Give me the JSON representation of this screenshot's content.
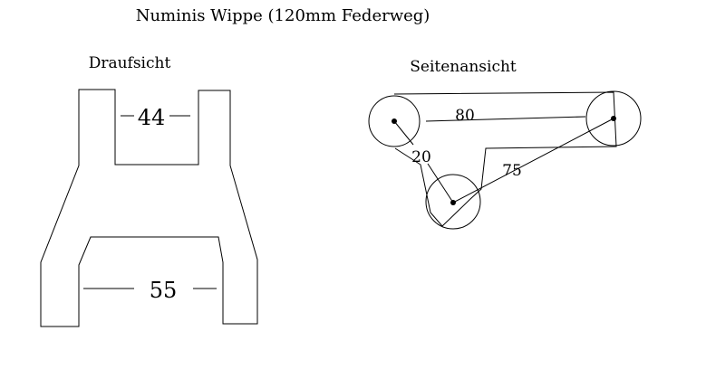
{
  "title": "Numinis Wippe (120mm Federweg)",
  "top_view": {
    "label": "Draufsicht",
    "dim_top": "44",
    "dim_bottom": "55"
  },
  "side_view": {
    "label": "Seitenansicht",
    "dim_a": "80",
    "dim_b": "20",
    "dim_c": "75"
  },
  "colors": {
    "line": "#000000",
    "background": "#ffffff"
  }
}
